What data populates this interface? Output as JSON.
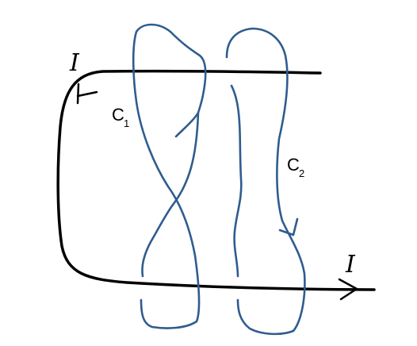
{
  "diagram": {
    "current_label_top": "I",
    "current_label_bottom": "I",
    "loop1_label": "C",
    "loop1_subscript": "1",
    "loop2_label": "C",
    "loop2_subscript": "2",
    "colors": {
      "wire": "#000000",
      "loops": "#2f5c8f",
      "background": "#ffffff"
    }
  }
}
